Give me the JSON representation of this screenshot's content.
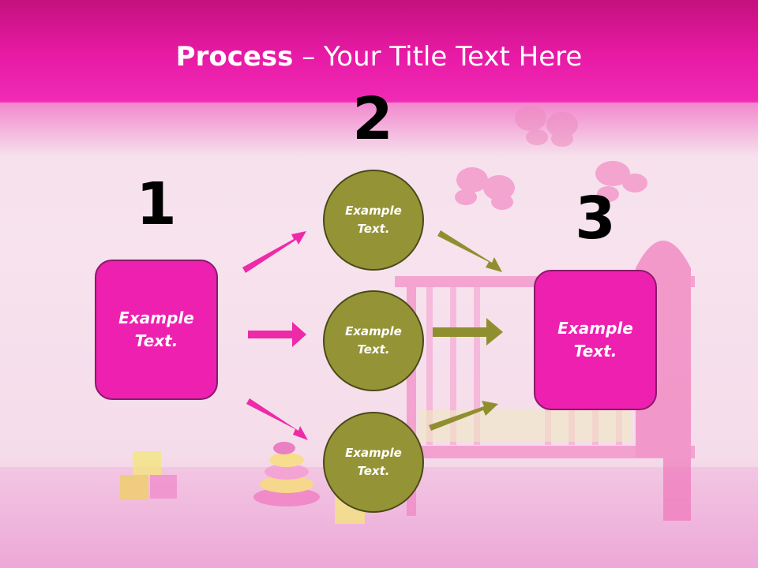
{
  "title": {
    "bold": "Process",
    "dash": " – ",
    "rest": "Your Title Text Here"
  },
  "steps": [
    {
      "number": "1",
      "text": "Example\nText."
    },
    {
      "number": "2",
      "items": [
        "Example\nText.",
        "Example\nText.",
        "Example\nText."
      ]
    },
    {
      "number": "3",
      "text": "Example\nText."
    }
  ],
  "colors": {
    "header": "#e81aa6",
    "box_fill": "#ee20b0",
    "circle_fill": "#949437",
    "pink_arrow": "#ee2aa8",
    "olive_arrow": "#8f8f30"
  }
}
